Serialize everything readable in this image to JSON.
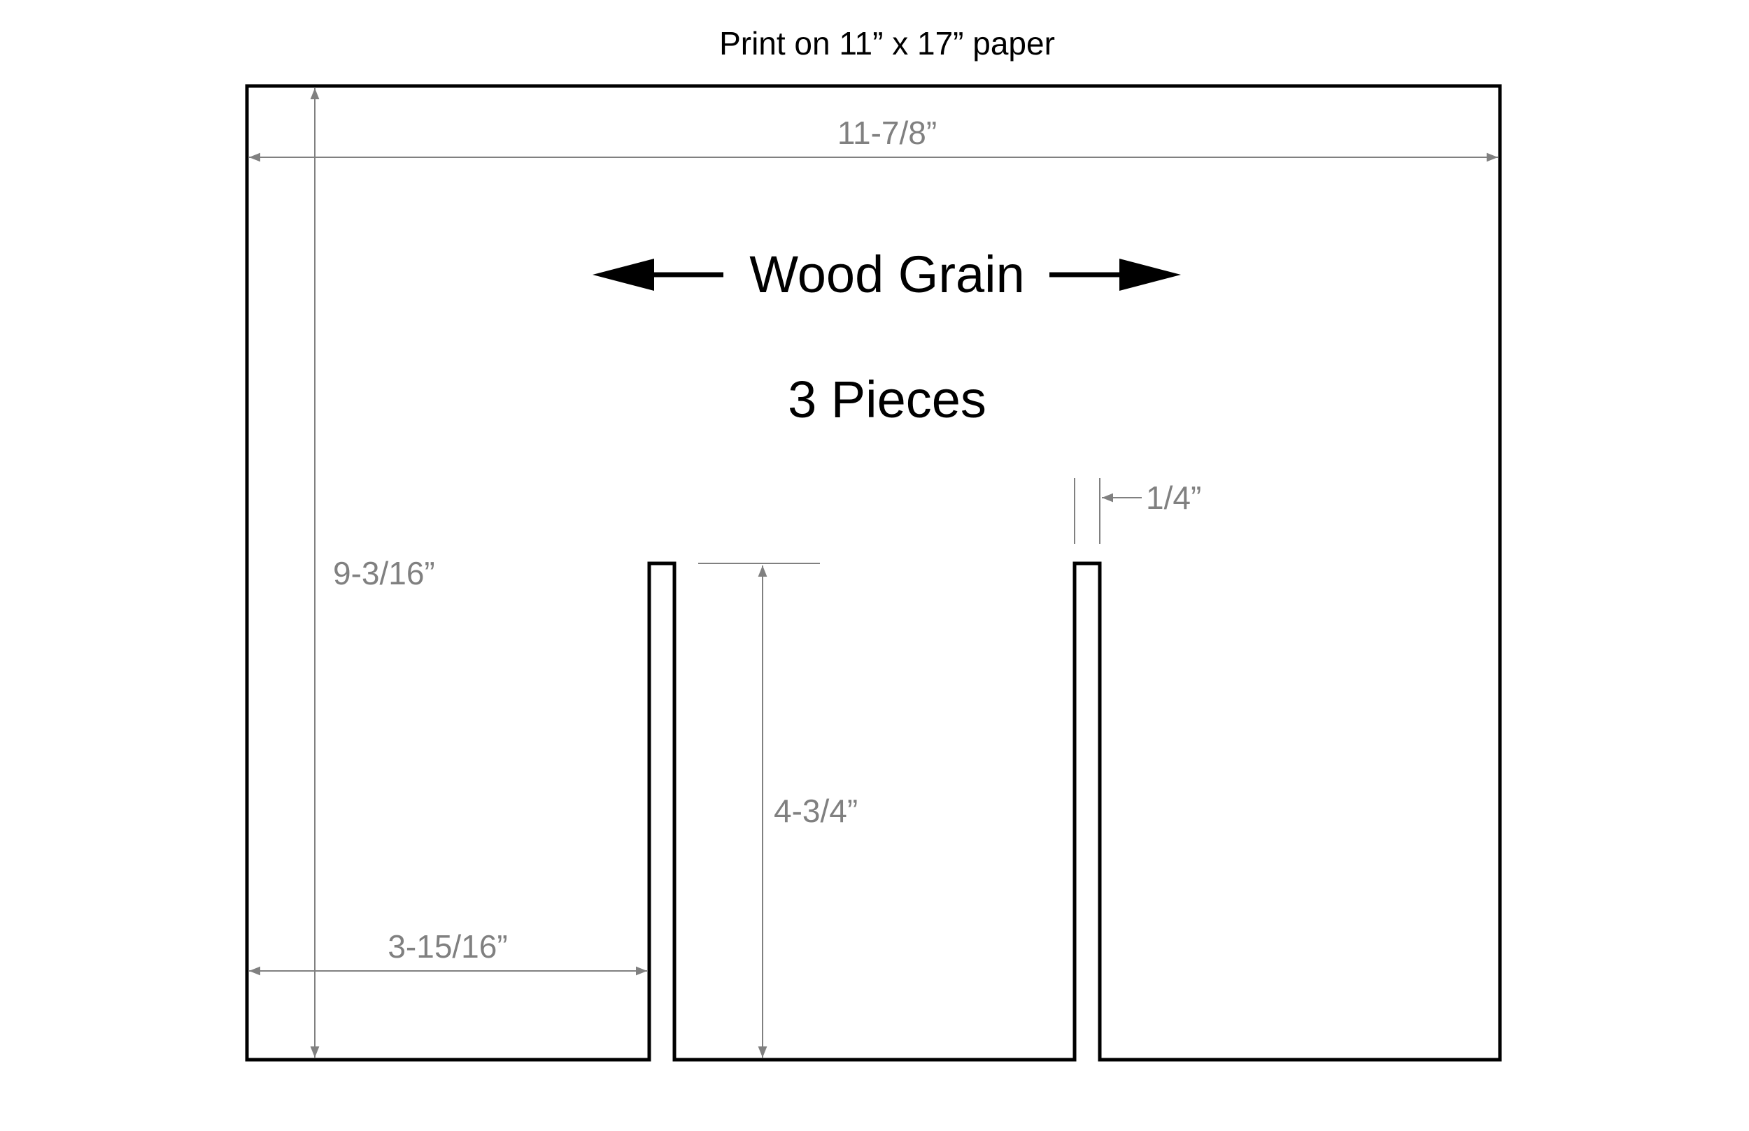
{
  "header": {
    "print_note": "Print on 11” x 17” paper"
  },
  "labels": {
    "grain": "Wood Grain",
    "pieces": "3 Pieces"
  },
  "dimensions": {
    "overall_width": "11-7/8”",
    "overall_height": "9-3/16”",
    "slot_depth": "4-3/4”",
    "slot_offset": "3-15/16”",
    "slot_width": "1/4”"
  },
  "colors": {
    "outline": "#000000",
    "dimension": "#808080"
  }
}
